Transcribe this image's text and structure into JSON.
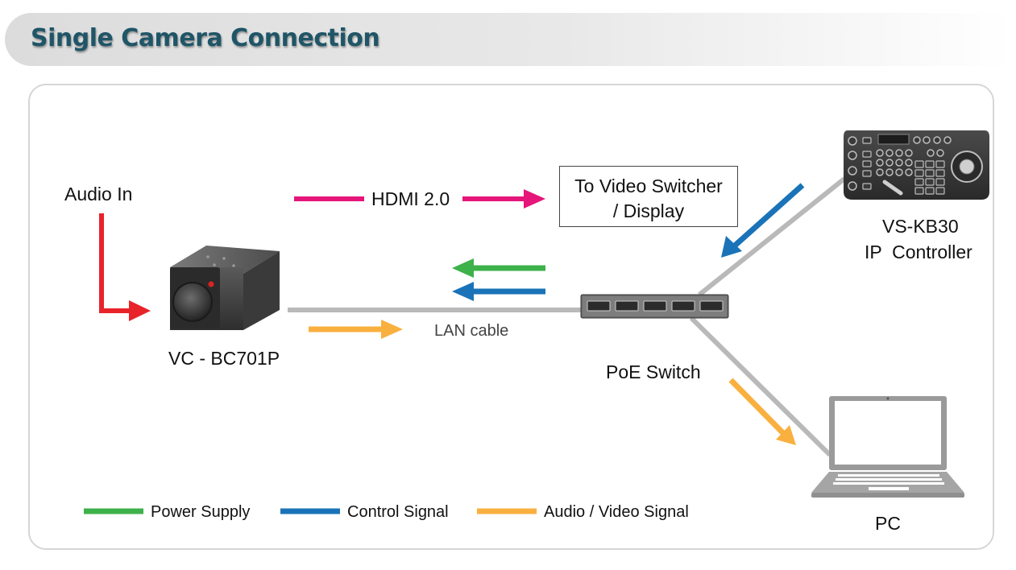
{
  "title": "Single Camera Connection",
  "labels": {
    "audio_in": "Audio In",
    "hdmi": "HDMI 2.0",
    "video_switcher_line1": "To Video Switcher",
    "video_switcher_line2": "/ Display",
    "controller_line1": "VS-KB30",
    "controller_line2": "IP  Controller",
    "camera": "VC - BC701P",
    "lan_cable": "LAN cable",
    "poe_switch": "PoE Switch",
    "pc": "PC"
  },
  "legend": [
    {
      "label": "Power Supply",
      "color": "#3db14a"
    },
    {
      "label": "Control Signal",
      "color": "#1a73b8"
    },
    {
      "label": "Audio / Video Signal",
      "color": "#f9b03f"
    }
  ],
  "colors": {
    "hdmi": "#e5157a",
    "audio_in": "#e8232a",
    "power": "#3db14a",
    "control": "#1a73b8",
    "av_signal": "#f9b03f",
    "cable": "#b9b9b9",
    "title_text": "#1f5567"
  },
  "icons": [
    "camera-icon",
    "poe-switch-icon",
    "ip-controller-icon",
    "laptop-icon"
  ]
}
